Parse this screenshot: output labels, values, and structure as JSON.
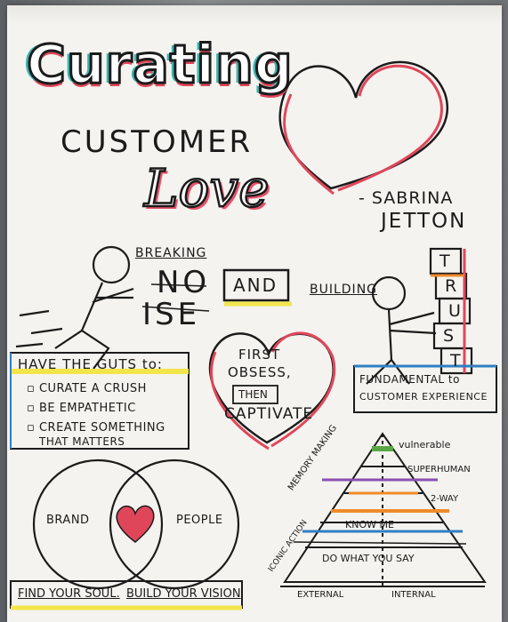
{
  "title": {
    "line1": "Curating",
    "line2": "CUSTOMER",
    "line3": "Love"
  },
  "author": {
    "first": "- SABRINA",
    "last": "JETTON"
  },
  "breaking": {
    "label": "BREAKING",
    "no": "NO",
    "ise": "ISE"
  },
  "and_label": "AND",
  "building": {
    "label": "BUILDING",
    "trust_letters": [
      "T",
      "R",
      "U",
      "S",
      "T"
    ]
  },
  "fundamental": {
    "line1": "FUNDAMENTAL to",
    "line2": "CUSTOMER EXPERIENCE"
  },
  "guts": {
    "heading": "HAVE THE GUTS to:",
    "items": [
      "CURATE A CRUSH",
      "BE EMPATHETIC",
      "CREATE SOMETHING",
      "THAT MATTERS"
    ]
  },
  "heart_text": {
    "line1": "FIRST",
    "line2": "OBSESS,",
    "line3": "THEN",
    "line4": "CAPTIVATE"
  },
  "venn": {
    "left": "BRAND",
    "right": "PEOPLE"
  },
  "footer": {
    "left": "FIND YOUR SOUL.",
    "right": "BUILD YOUR VISION"
  },
  "pyramid": {
    "side_top": "MEMORY MAKING",
    "side_bottom": "ICONIC ACTION",
    "levels": [
      "vulnerable",
      "SUPERHUMAN",
      "2-WAY",
      "KNOW ME",
      "DO WHAT YOU SAY"
    ],
    "bottom_left": "EXTERNAL",
    "bottom_right": "INTERNAL",
    "colors": [
      "#5aa845",
      "#8a4fb0",
      "#f08a2a",
      "#2f7fc4"
    ]
  },
  "colors": {
    "teal": "#3bb3b0",
    "red": "#e0465a",
    "yellow": "#f2e54b",
    "orange": "#f08a2a",
    "purple": "#8a4fb0",
    "green": "#5aa845",
    "blue": "#2f7fc4"
  }
}
